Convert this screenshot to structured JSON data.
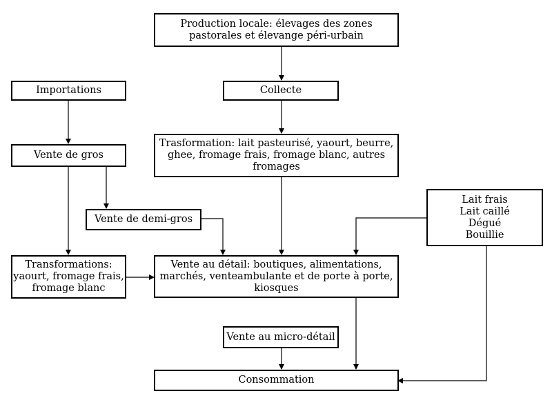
{
  "nodes": {
    "production": {
      "lines": [
        "Production locale: élevages des zones",
        "pastorales et élevange péri-urbain"
      ]
    },
    "importations": {
      "lines": [
        "Importations"
      ]
    },
    "collecte": {
      "lines": [
        "Collecte"
      ]
    },
    "vente_gros": {
      "lines": [
        "Vente de gros"
      ]
    },
    "trasformation": {
      "lines": [
        "Trasformation: lait pasteurisé, yaourt, beurre,",
        "ghee, fromage frais, fromage blanc, autres",
        "fromages"
      ]
    },
    "lait_frais": {
      "lines": [
        "Lait frais",
        "Lait caillé",
        "Dégué",
        "Bouillie"
      ]
    },
    "demi_gros": {
      "lines": [
        "Vente de demi-gros"
      ]
    },
    "transformations": {
      "lines": [
        "Transformations:",
        "yaourt, fromage frais,",
        "fromage blanc"
      ]
    },
    "vente_detail": {
      "lines": [
        "Vente au détail: boutiques, alimentations,",
        "marchés, venteambulante et de porte à porte,",
        "kiosques"
      ]
    },
    "micro_detail": {
      "lines": [
        "Vente au micro-détail"
      ]
    },
    "consommation": {
      "lines": [
        "Consommation"
      ]
    }
  }
}
